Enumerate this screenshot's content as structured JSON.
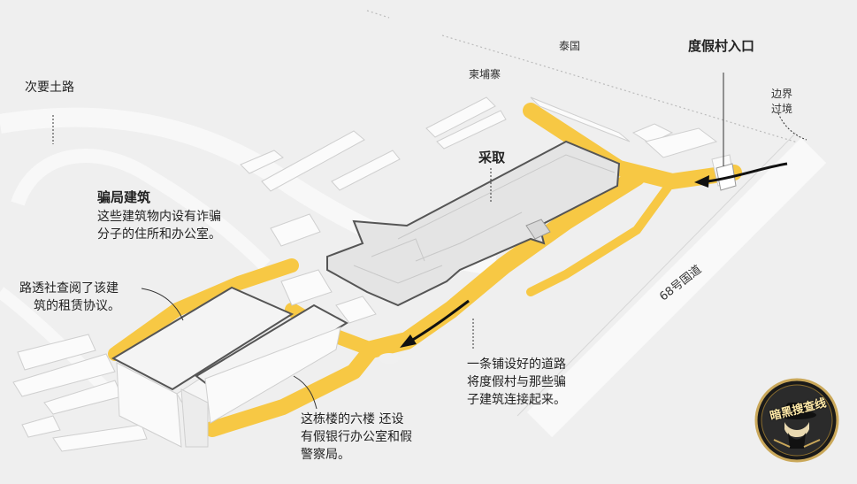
{
  "labels": {
    "secondary_road": "次要土路",
    "thailand": "泰国",
    "cambodia": "柬埔寨",
    "resort_entrance": "度假村入口",
    "border_crossing_1": "边界",
    "border_crossing_2": "过境",
    "raid": "采取",
    "scam_buildings_title": "骗局建筑",
    "scam_buildings_desc_1": "这些建筑物内设有诈骗",
    "scam_buildings_desc_2": "分子的住所和办公室。",
    "reuters_1": "路透社查阅了该建",
    "reuters_2": "筑的租赁协议。",
    "highway": "68号国道",
    "road_desc_1": "一条铺设好的道路",
    "road_desc_2": "将度假村与那些骗",
    "road_desc_3": "子建筑连接起来。",
    "sixth_floor_1": "这栋楼的六楼 还设",
    "sixth_floor_2": "有假银行办公室和假",
    "sixth_floor_3": "警察局。"
  },
  "watermark": {
    "text": "暗黑搜查线"
  },
  "colors": {
    "road": "#f7c844",
    "building_outline": "#555555",
    "background": "#efefef"
  }
}
